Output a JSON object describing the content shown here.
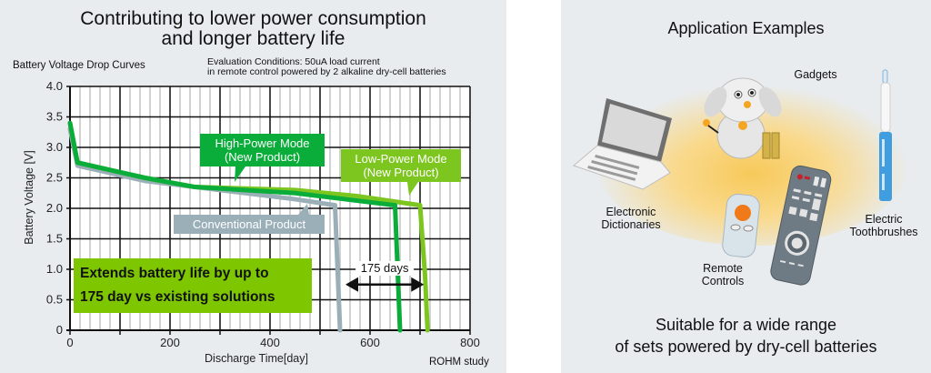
{
  "left": {
    "title_line1": "Contributing to lower power consumption",
    "title_line2": "and longer battery life",
    "subtitle": "Battery Voltage Drop Curves",
    "conditions_line1": "Evaluation Conditions: 50uA load current",
    "conditions_line2": "in remote control powered by 2 alkaline dry-cell batteries",
    "source": "ROHM study",
    "highlight_line1": "Extends battery life by up to",
    "highlight_line2": "175 day vs existing solutions",
    "gap_label": "175 days"
  },
  "right": {
    "title": "Application Examples",
    "apps": [
      {
        "label_line1": "Gadgets",
        "label_line2": "",
        "icon": "robot-dog-icon"
      },
      {
        "label_line1": "Electronic",
        "label_line2": "Dictionaries",
        "icon": "electronic-dictionary-icon"
      },
      {
        "label_line1": "Remote",
        "label_line2": "Controls",
        "icon": "remote-control-icon"
      },
      {
        "label_line1": "Electric",
        "label_line2": "Toothbrushes",
        "icon": "toothbrush-icon"
      }
    ],
    "caption_line1": "Suitable for a wide range",
    "caption_line2": "of sets powered by dry-cell batteries"
  },
  "chart_data": {
    "type": "line",
    "title": "Contributing to lower power consumption and longer battery life",
    "subtitle": "Battery Voltage Drop Curves",
    "xlabel": "Discharge Time[day]",
    "ylabel": "Battery Voltage [V]",
    "xlim": [
      0,
      800
    ],
    "ylim": [
      0,
      4.0
    ],
    "xticks": [
      0,
      200,
      400,
      600,
      800
    ],
    "xtick_labels": [
      "0",
      "200",
      "400",
      "600",
      "800"
    ],
    "yticks": [
      0,
      0.5,
      1.0,
      1.5,
      2.0,
      2.5,
      3.0,
      3.5,
      4.0
    ],
    "ytick_labels": [
      "0",
      "0.5",
      "1.0",
      "1.5",
      "2.0",
      "2.5",
      "3.0",
      "3.5",
      "4.0"
    ],
    "grid": true,
    "minor_x_step": 20,
    "legend": "callouts",
    "series": [
      {
        "name": "Conventional Product",
        "label_line1": "Conventional Product",
        "label_line2": "",
        "color": "#9aafb8",
        "x": [
          0,
          15,
          150,
          250,
          450,
          530,
          540
        ],
        "y": [
          3.3,
          2.7,
          2.45,
          2.35,
          2.15,
          2.05,
          0
        ]
      },
      {
        "name": "High-Power Mode (New Product)",
        "label_line1": "High-Power Mode",
        "label_line2": "(New Product)",
        "color": "#0aad3a",
        "x": [
          0,
          15,
          150,
          250,
          450,
          550,
          650,
          660
        ],
        "y": [
          3.4,
          2.75,
          2.5,
          2.35,
          2.25,
          2.15,
          2.05,
          0
        ]
      },
      {
        "name": "Low-Power Mode (New Product)",
        "label_line1": "Low-Power Mode",
        "label_line2": "(New Product)",
        "color": "#7dc61f",
        "x": [
          0,
          15,
          150,
          250,
          450,
          575,
          700,
          710,
          715
        ],
        "y": [
          3.4,
          2.75,
          2.5,
          2.35,
          2.3,
          2.2,
          2.05,
          0.9,
          0
        ]
      }
    ],
    "annotations": [
      {
        "text": "175 days",
        "x_from": 540,
        "x_to": 715,
        "y": 0.75
      },
      {
        "text": "Extends battery life by up to 175 day vs existing solutions"
      }
    ],
    "source": "ROHM study"
  }
}
